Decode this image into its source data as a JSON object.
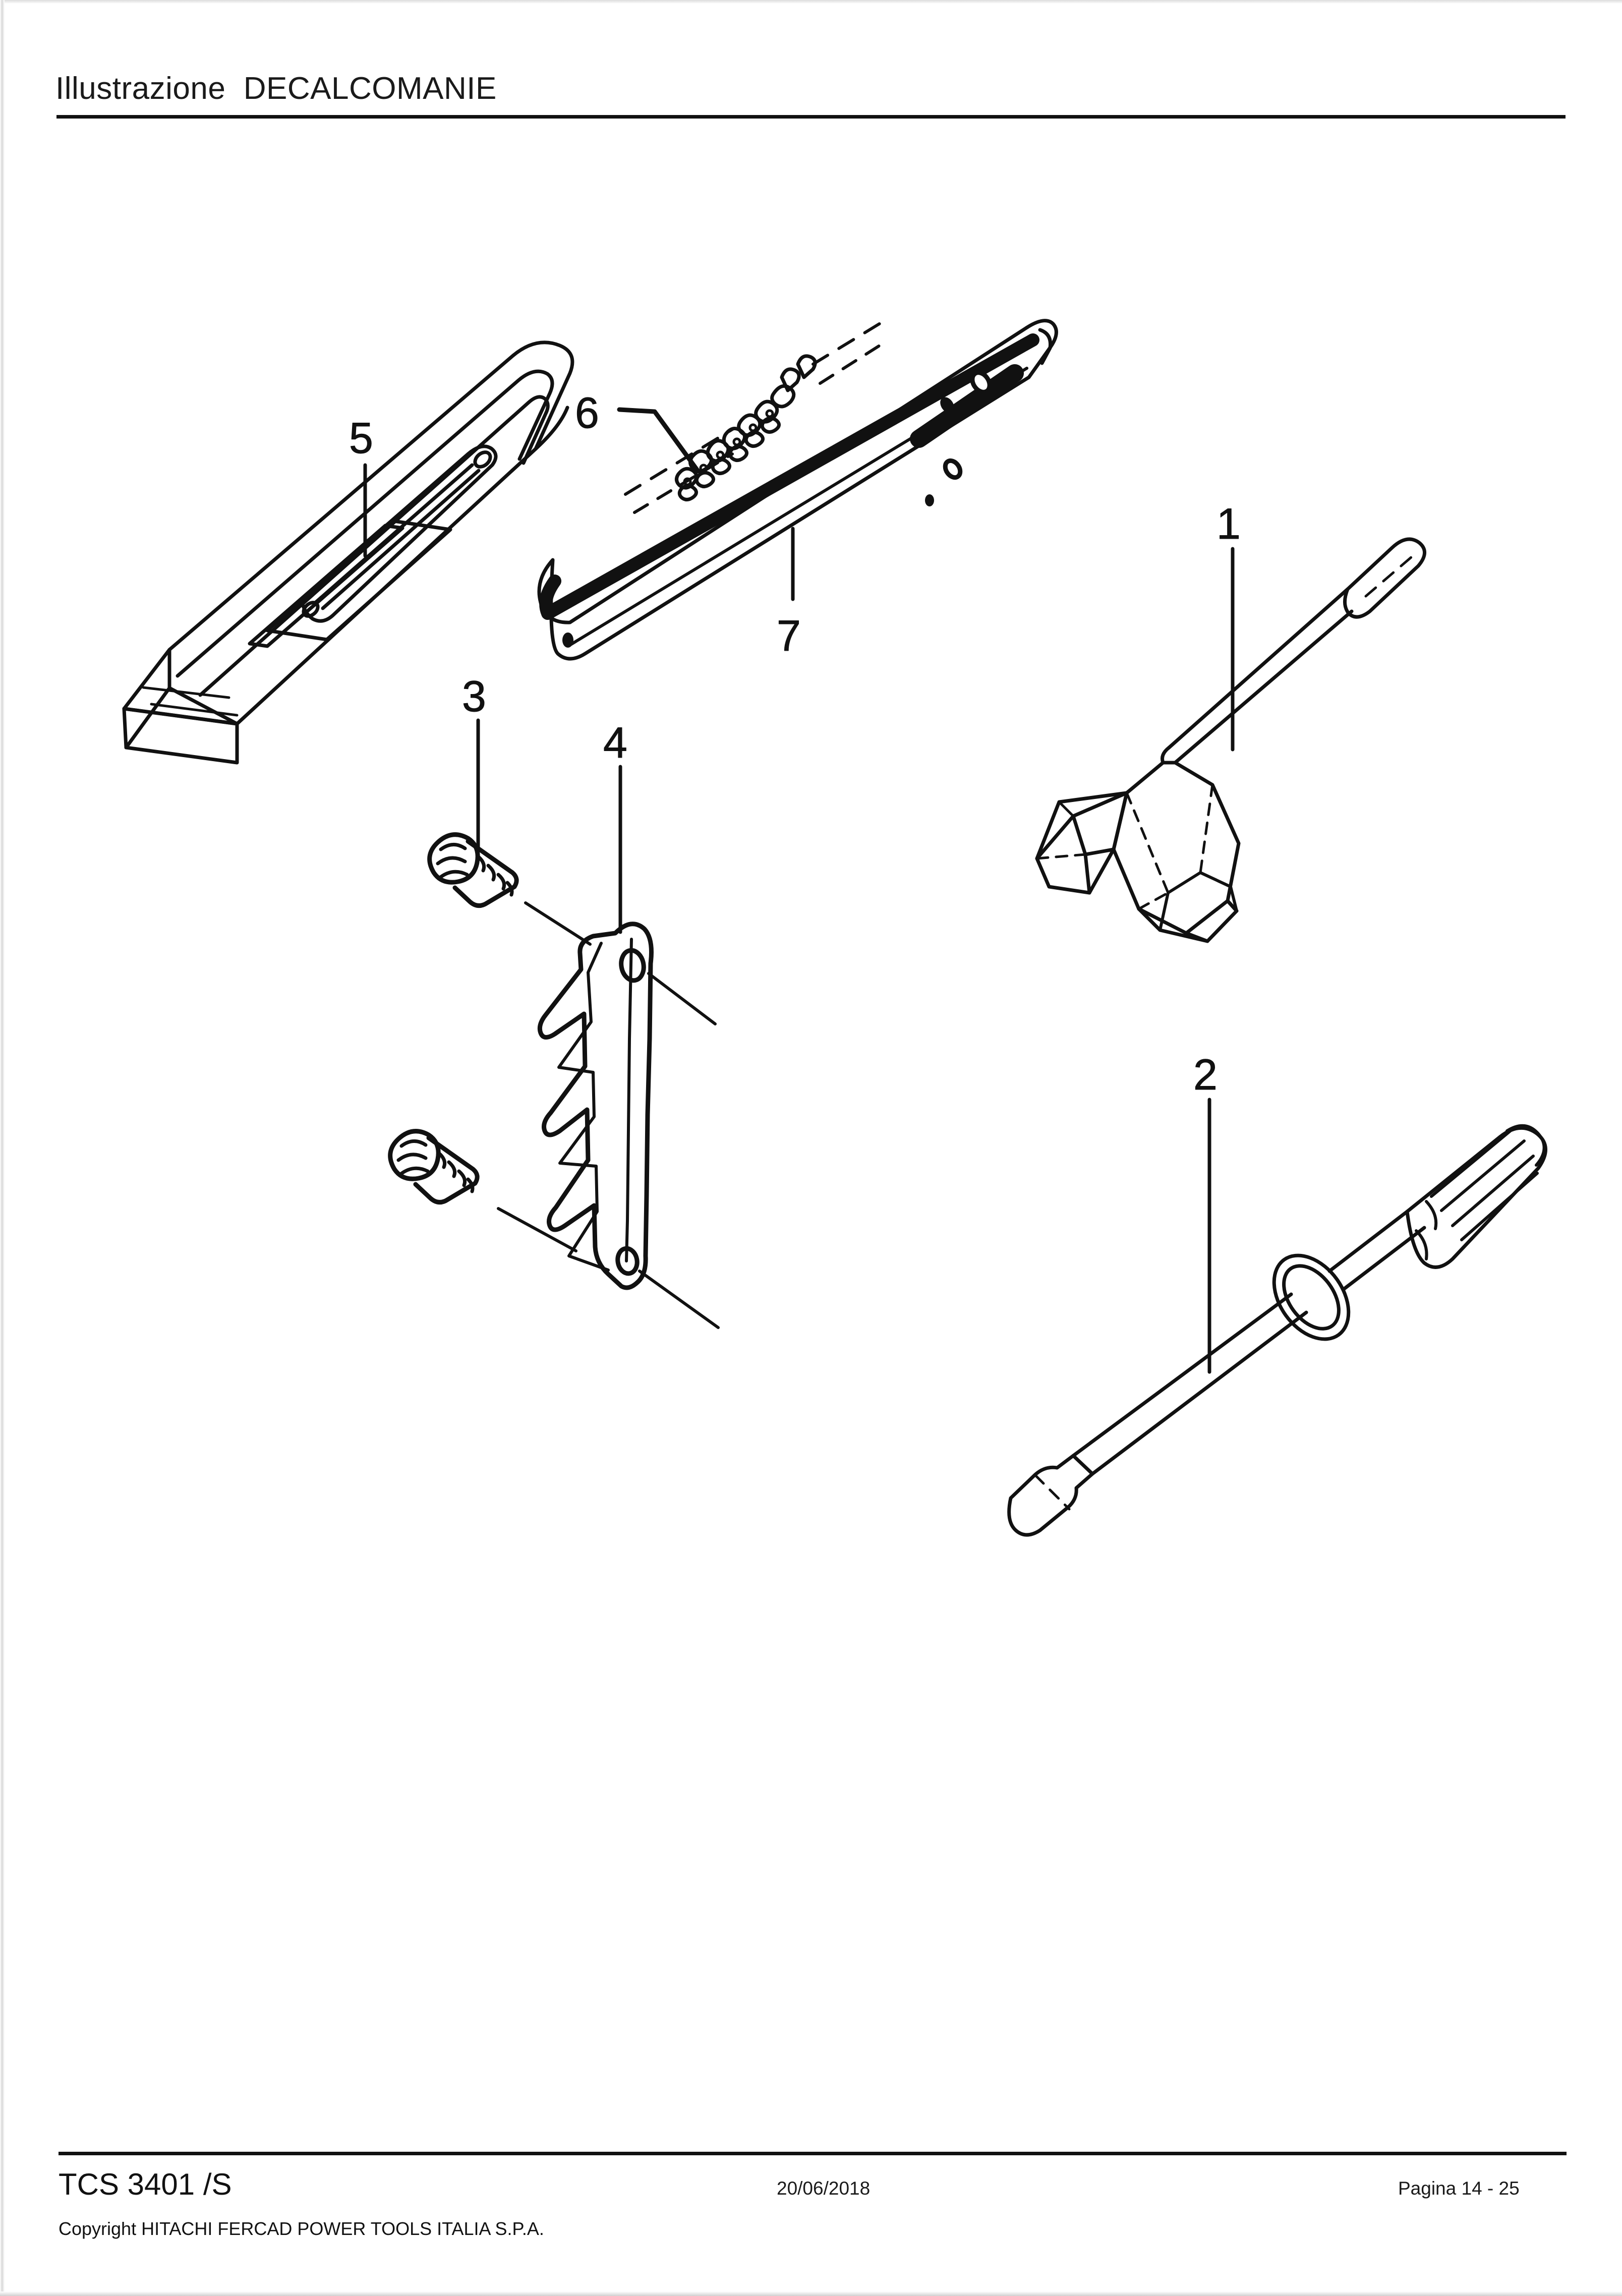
{
  "document": {
    "header": {
      "section_label": "Illustrazione",
      "section_name": "DECALCOMANIE",
      "title": "Illustrazione  DECALCOMANIE"
    },
    "footer": {
      "model": "TCS 3401 /S",
      "copyright": "Copyright HITACHI FERCAD POWER TOOLS ITALIA S.P.A.",
      "date": "20/06/2018",
      "page": "Pagina 14 - 25"
    },
    "colors": {
      "ink": "#111111",
      "paper": "#ffffff",
      "page_edge": "#d8d8d8"
    }
  },
  "illustration": {
    "title": "Exploded parts illustration — chainsaw accessories",
    "callouts": [
      {
        "number": "1",
        "part": "combination-wrench"
      },
      {
        "number": "2",
        "part": "screwdriver"
      },
      {
        "number": "3",
        "part": "screw"
      },
      {
        "number": "4",
        "part": "spike-bumper"
      },
      {
        "number": "5",
        "part": "guide-bar-scabbard"
      },
      {
        "number": "6",
        "part": "saw-chain"
      },
      {
        "number": "7",
        "part": "guide-bar"
      }
    ]
  }
}
